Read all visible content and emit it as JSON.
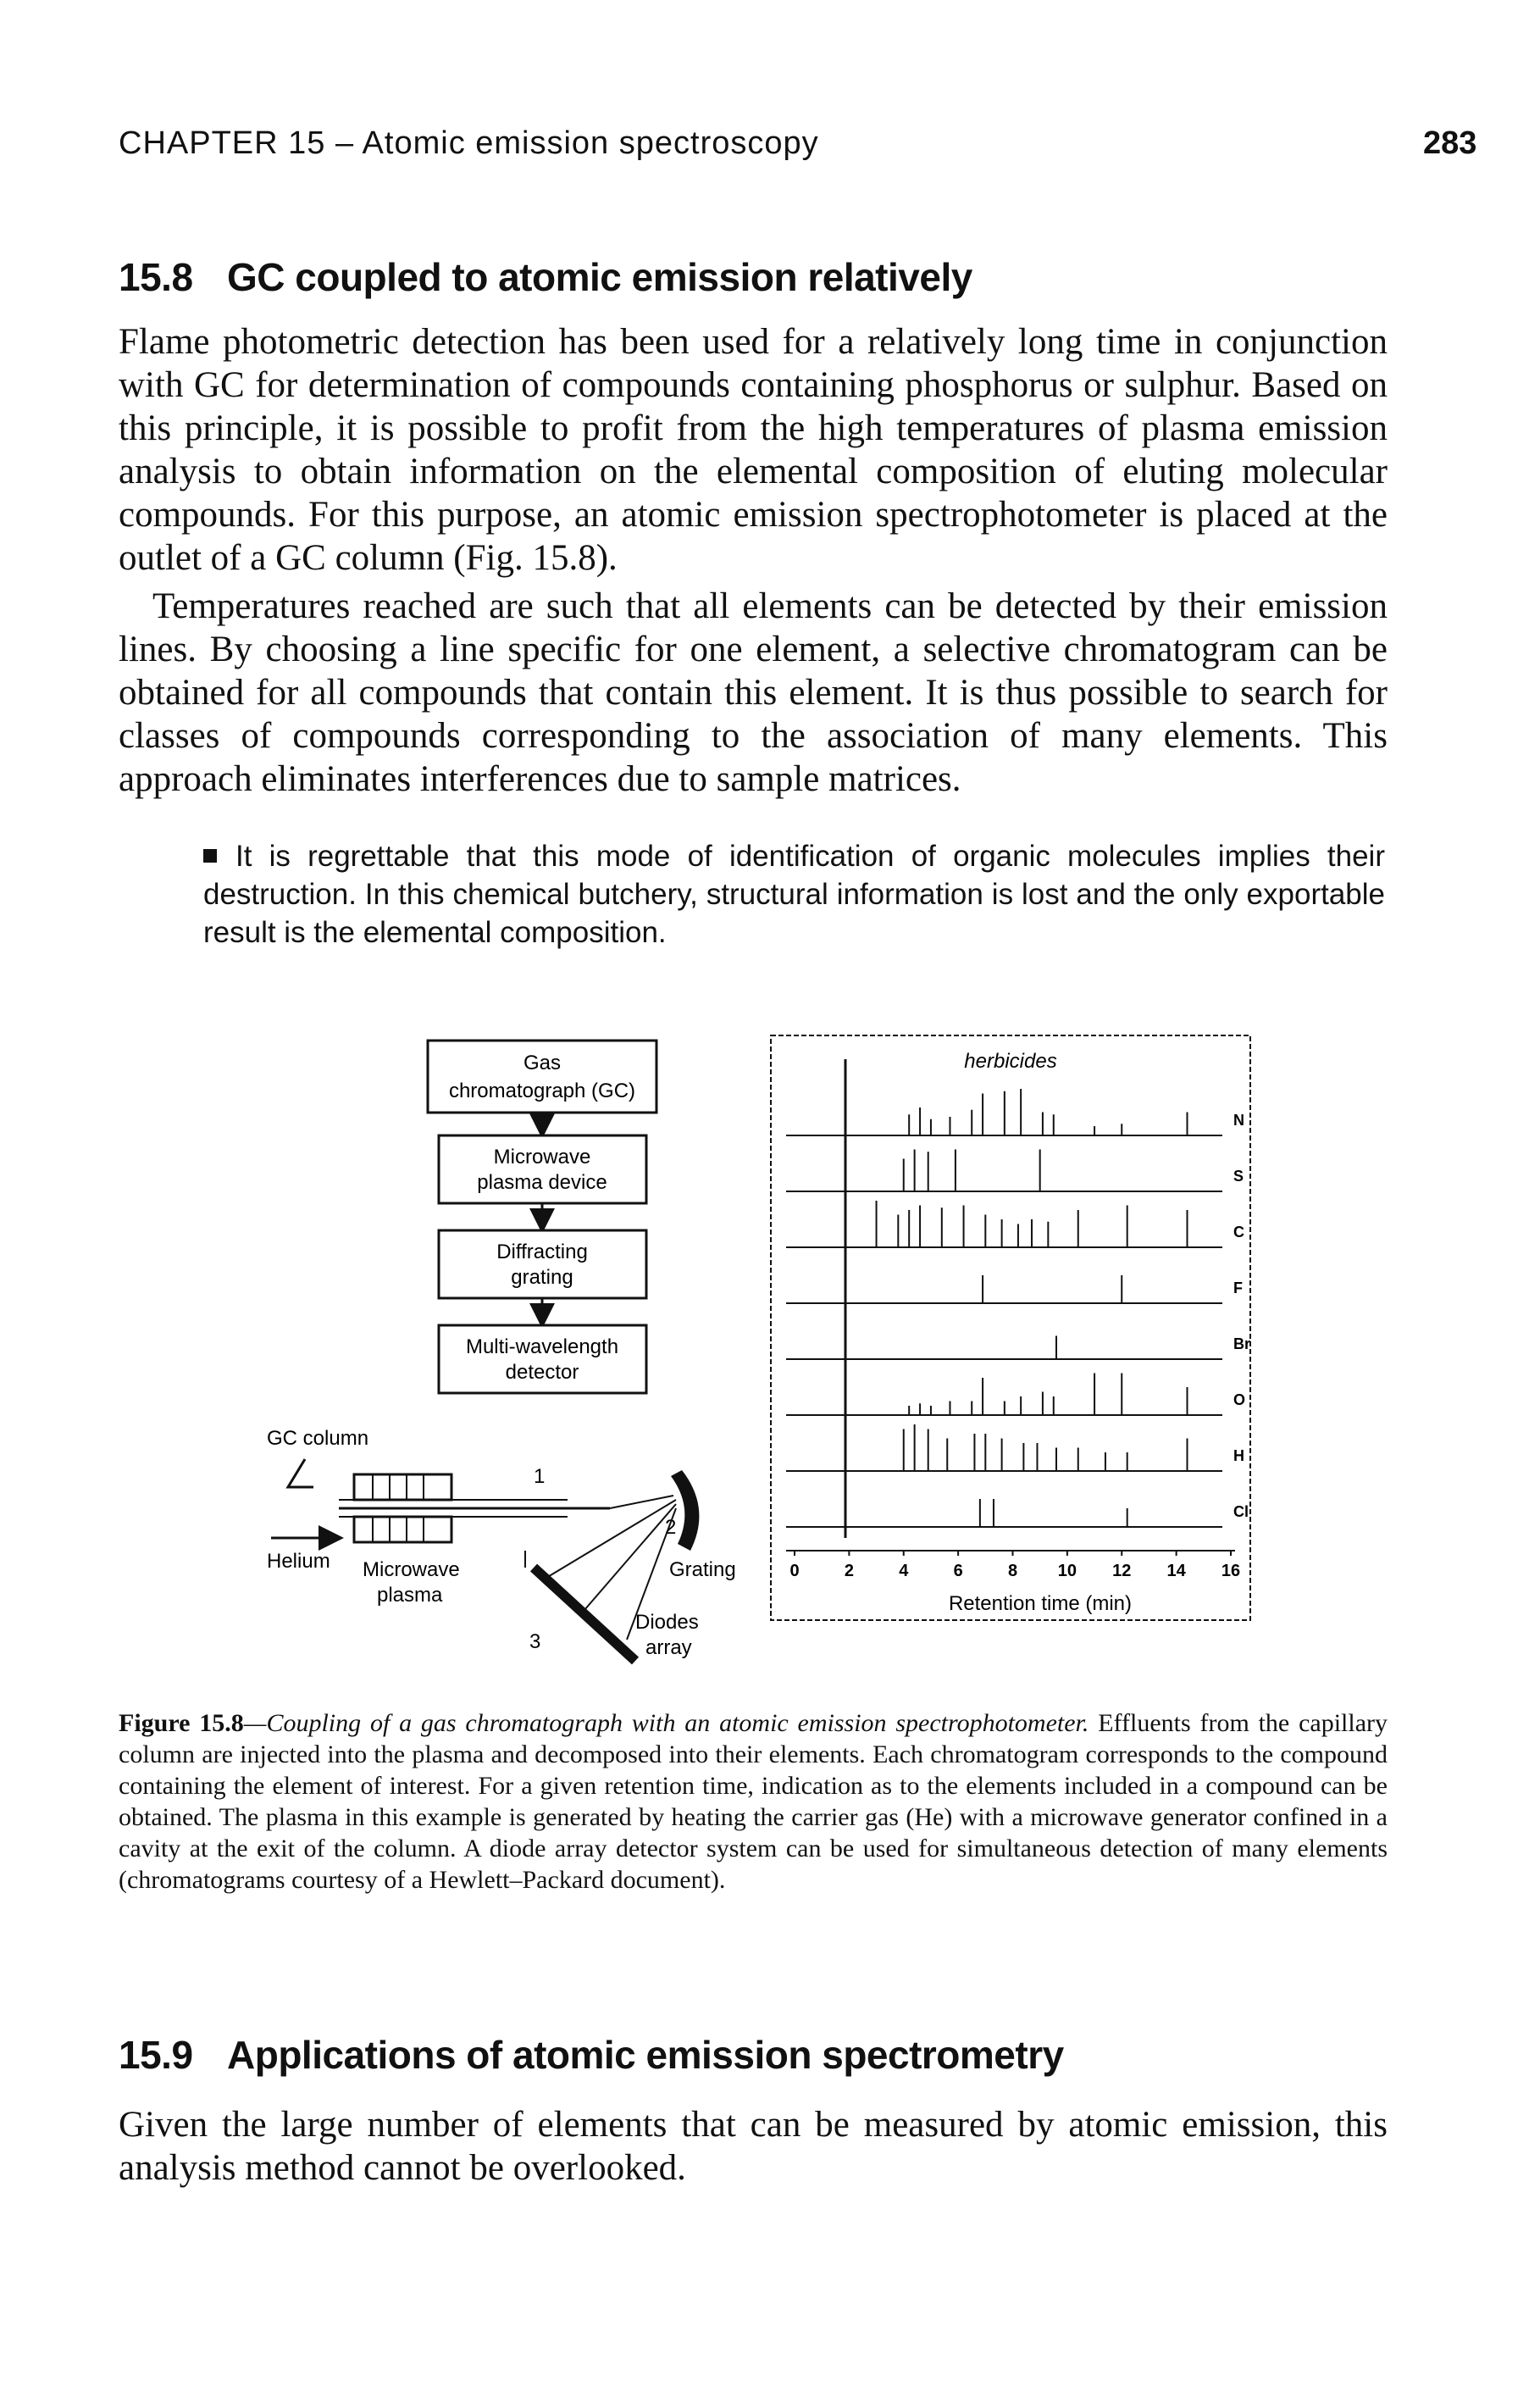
{
  "header": {
    "title": "CHAPTER 15 – Atomic emission spectroscopy",
    "page_number": "283"
  },
  "section_15_8": {
    "number": "15.8",
    "title": "GC coupled to atomic emission relatively",
    "paragraphs": [
      "Flame photometric detection has been used for a relatively long time in conjunction with GC for determination of compounds containing phosphorus or sulphur. Based on this principle, it is possible to profit from the high temperatures of plasma emission analysis to obtain information on the elemental composition of eluting molecular compounds. For this purpose, an atomic emission spectrophotometer is placed at the outlet of a GC column (Fig. 15.8).",
      "Temperatures reached are such that all elements can be detected by their emission lines. By choosing a line specific for one element, a selective chromatogram can be obtained for all compounds that contain this element. It is thus possible to search for classes of compounds corresponding to the association of many elements. This approach eliminates interferences due to sample matrices."
    ],
    "note": "It is regrettable that this mode of identification of organic molecules implies their destruction. In this chemical butchery, structural information is lost and the only exportable result is the elemental composition."
  },
  "figure": {
    "boxes": [
      "Gas chromatograph (GC)",
      "Microwave plasma device",
      "Diffracting grating",
      "Multi-wavelength detector"
    ],
    "labels": {
      "gc_column": "GC column",
      "helium": "Helium",
      "microwave_plasma": "Microwave plasma",
      "grating": "Grating",
      "diodes_array": "Diodes array",
      "n1": "1",
      "n2": "2",
      "n3": "3"
    },
    "chart": {
      "title": "herbicides",
      "xlabel": "Retention time (min)",
      "x_ticks": [
        "0",
        "2",
        "4",
        "6",
        "8",
        "10",
        "12",
        "14",
        "16"
      ],
      "elements": [
        "N",
        "S",
        "C",
        "F",
        "Br",
        "O",
        "H",
        "Cl"
      ]
    },
    "caption": {
      "lead": "Figure 15.8",
      "italic": "—Coupling of a gas chromatograph with an atomic emission spectrophotometer.",
      "rest": " Effluents from the capillary column are injected into the plasma and decomposed into their elements. Each chromatogram corresponds to the compound containing the element of interest. For a given retention time, indication as to the elements included in a compound can be obtained. The plasma in this example is generated by heating the carrier gas (He) with a microwave generator confined in a cavity at the exit of the column. A diode array detector system can be used for simultaneous detection of many elements (chromatograms courtesy of a Hewlett–Packard document)."
    }
  },
  "section_15_9": {
    "number": "15.9",
    "title": "Applications of atomic emission spectrometry",
    "paragraph": "Given the large number of elements that can be measured by atomic emission, this analysis method cannot be overlooked."
  },
  "chart_data": {
    "type": "line",
    "title": "herbicides",
    "xlabel": "Retention time (min)",
    "ylabel": "",
    "xlim": [
      0,
      16
    ],
    "x_ticks": [
      0,
      2,
      4,
      6,
      8,
      10,
      12,
      14,
      16
    ],
    "series": [
      {
        "name": "N",
        "peaks": [
          [
            4.2,
            0.45
          ],
          [
            4.6,
            0.6
          ],
          [
            5.0,
            0.35
          ],
          [
            5.7,
            0.4
          ],
          [
            6.5,
            0.55
          ],
          [
            6.9,
            0.9
          ],
          [
            7.7,
            0.95
          ],
          [
            8.3,
            1.0
          ],
          [
            9.1,
            0.5
          ],
          [
            9.5,
            0.45
          ],
          [
            11.0,
            0.2
          ],
          [
            12.0,
            0.25
          ],
          [
            14.4,
            0.5
          ]
        ]
      },
      {
        "name": "S",
        "peaks": [
          [
            4.0,
            0.7
          ],
          [
            4.4,
            0.9
          ],
          [
            4.9,
            0.85
          ],
          [
            5.9,
            0.9
          ],
          [
            9.0,
            0.9
          ]
        ]
      },
      {
        "name": "C",
        "peaks": [
          [
            3.0,
            1.0
          ],
          [
            3.8,
            0.7
          ],
          [
            4.2,
            0.8
          ],
          [
            4.6,
            0.9
          ],
          [
            5.4,
            0.85
          ],
          [
            6.2,
            0.9
          ],
          [
            7.0,
            0.7
          ],
          [
            7.6,
            0.6
          ],
          [
            8.2,
            0.5
          ],
          [
            8.7,
            0.6
          ],
          [
            9.3,
            0.55
          ],
          [
            10.4,
            0.8
          ],
          [
            12.2,
            0.9
          ],
          [
            14.4,
            0.8
          ]
        ]
      },
      {
        "name": "F",
        "peaks": [
          [
            6.9,
            0.6
          ],
          [
            12.0,
            0.6
          ]
        ]
      },
      {
        "name": "Br",
        "peaks": [
          [
            9.6,
            0.5
          ]
        ]
      },
      {
        "name": "O",
        "peaks": [
          [
            4.2,
            0.2
          ],
          [
            4.6,
            0.25
          ],
          [
            5.0,
            0.2
          ],
          [
            5.7,
            0.3
          ],
          [
            6.5,
            0.3
          ],
          [
            6.9,
            0.8
          ],
          [
            7.7,
            0.3
          ],
          [
            8.3,
            0.4
          ],
          [
            9.1,
            0.5
          ],
          [
            9.5,
            0.4
          ],
          [
            11.0,
            0.9
          ],
          [
            12.0,
            0.9
          ],
          [
            14.4,
            0.6
          ]
        ]
      },
      {
        "name": "H",
        "peaks": [
          [
            4.0,
            0.9
          ],
          [
            4.4,
            1.0
          ],
          [
            4.9,
            0.9
          ],
          [
            5.6,
            0.7
          ],
          [
            6.6,
            0.8
          ],
          [
            7.0,
            0.8
          ],
          [
            7.6,
            0.7
          ],
          [
            8.4,
            0.6
          ],
          [
            8.9,
            0.6
          ],
          [
            9.6,
            0.5
          ],
          [
            10.4,
            0.5
          ],
          [
            11.4,
            0.4
          ],
          [
            12.2,
            0.4
          ],
          [
            14.4,
            0.7
          ]
        ]
      },
      {
        "name": "Cl",
        "peaks": [
          [
            6.8,
            0.6
          ],
          [
            7.3,
            0.6
          ],
          [
            12.2,
            0.4
          ]
        ]
      }
    ]
  }
}
